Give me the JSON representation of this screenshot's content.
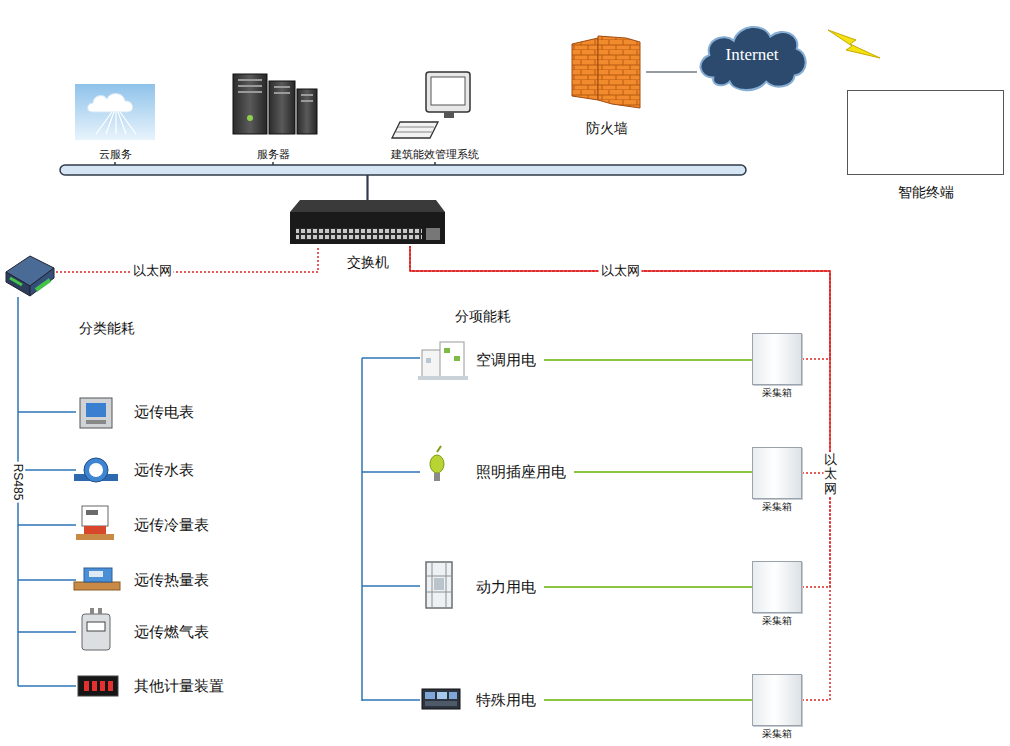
{
  "diagram": {
    "nodes": [
      {
        "text": [
          "云服务"
        ]
      },
      {
        "text": [
          "服务器"
        ]
      },
      {
        "text": [
          "建筑能效管理系统"
        ]
      },
      {
        "text": [
          "防火墙"
        ]
      },
      {
        "text": [
          "Internet"
        ]
      },
      {
        "text": [
          "智能终端"
        ]
      },
      {
        "text": [
          "交换机"
        ]
      },
      {
        "text": [
          "远传电表"
        ]
      },
      {
        "text": [
          "远传水表"
        ]
      },
      {
        "text": [
          "远传冷量表"
        ]
      },
      {
        "text": [
          "远传热量表"
        ]
      },
      {
        "text": [
          "远传燃气表"
        ]
      },
      {
        "text": [
          "其他计量装置"
        ]
      },
      {
        "text": [
          "空调用电"
        ]
      },
      {
        "text": [
          "照明插座用电"
        ]
      },
      {
        "text": [
          "动力用电"
        ]
      },
      {
        "text": [
          "特殊用电"
        ]
      },
      {
        "text": [
          "采集箱"
        ]
      },
      {
        "text": [
          "采集箱"
        ]
      },
      {
        "text": [
          "采集箱"
        ]
      },
      {
        "text": [
          "采集箱"
        ]
      }
    ],
    "edges": [
      {
        "from": 6,
        "to": 0,
        "arrow": "none"
      },
      {
        "from": 6,
        "to": 1,
        "arrow": "none"
      },
      {
        "from": 6,
        "to": 2,
        "arrow": "none"
      },
      {
        "from": 3,
        "to": 4,
        "arrow": "none"
      },
      {
        "from": 13,
        "to": 17,
        "arrow": "none"
      },
      {
        "from": 14,
        "to": 18,
        "arrow": "none"
      },
      {
        "from": 15,
        "to": 19,
        "arrow": "none"
      },
      {
        "from": 16,
        "to": 20,
        "arrow": "none"
      },
      {
        "from": 17,
        "to": 6,
        "arrow": "none"
      },
      {
        "from": 18,
        "to": 6,
        "arrow": "none"
      },
      {
        "from": 19,
        "to": 6,
        "arrow": "none"
      },
      {
        "from": 20,
        "to": 6,
        "arrow": "none"
      }
    ],
    "labels": [
      "以太网",
      "以太网",
      "以太网",
      "RS485",
      "分类能耗",
      "分项能耗"
    ]
  }
}
